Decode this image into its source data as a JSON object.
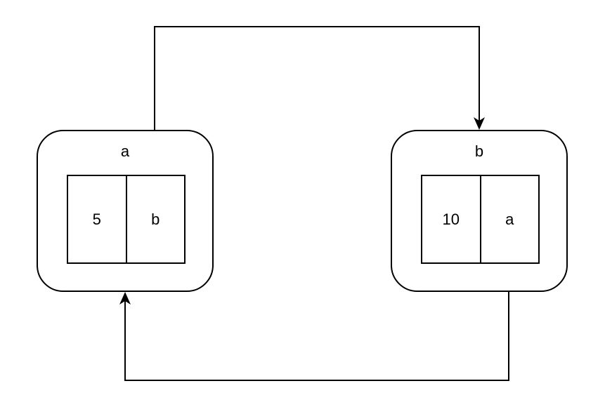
{
  "nodes": [
    {
      "id": "a",
      "label": "a",
      "fields": [
        {
          "value": "5"
        },
        {
          "value": "b"
        }
      ]
    },
    {
      "id": "b",
      "label": "b",
      "fields": [
        {
          "value": "10"
        },
        {
          "value": "a"
        }
      ]
    }
  ],
  "edges": [
    {
      "from": "a.b",
      "to": "b"
    },
    {
      "from": "b.a",
      "to": "a"
    }
  ],
  "colors": {
    "stroke": "#000000",
    "background": "#ffffff"
  }
}
